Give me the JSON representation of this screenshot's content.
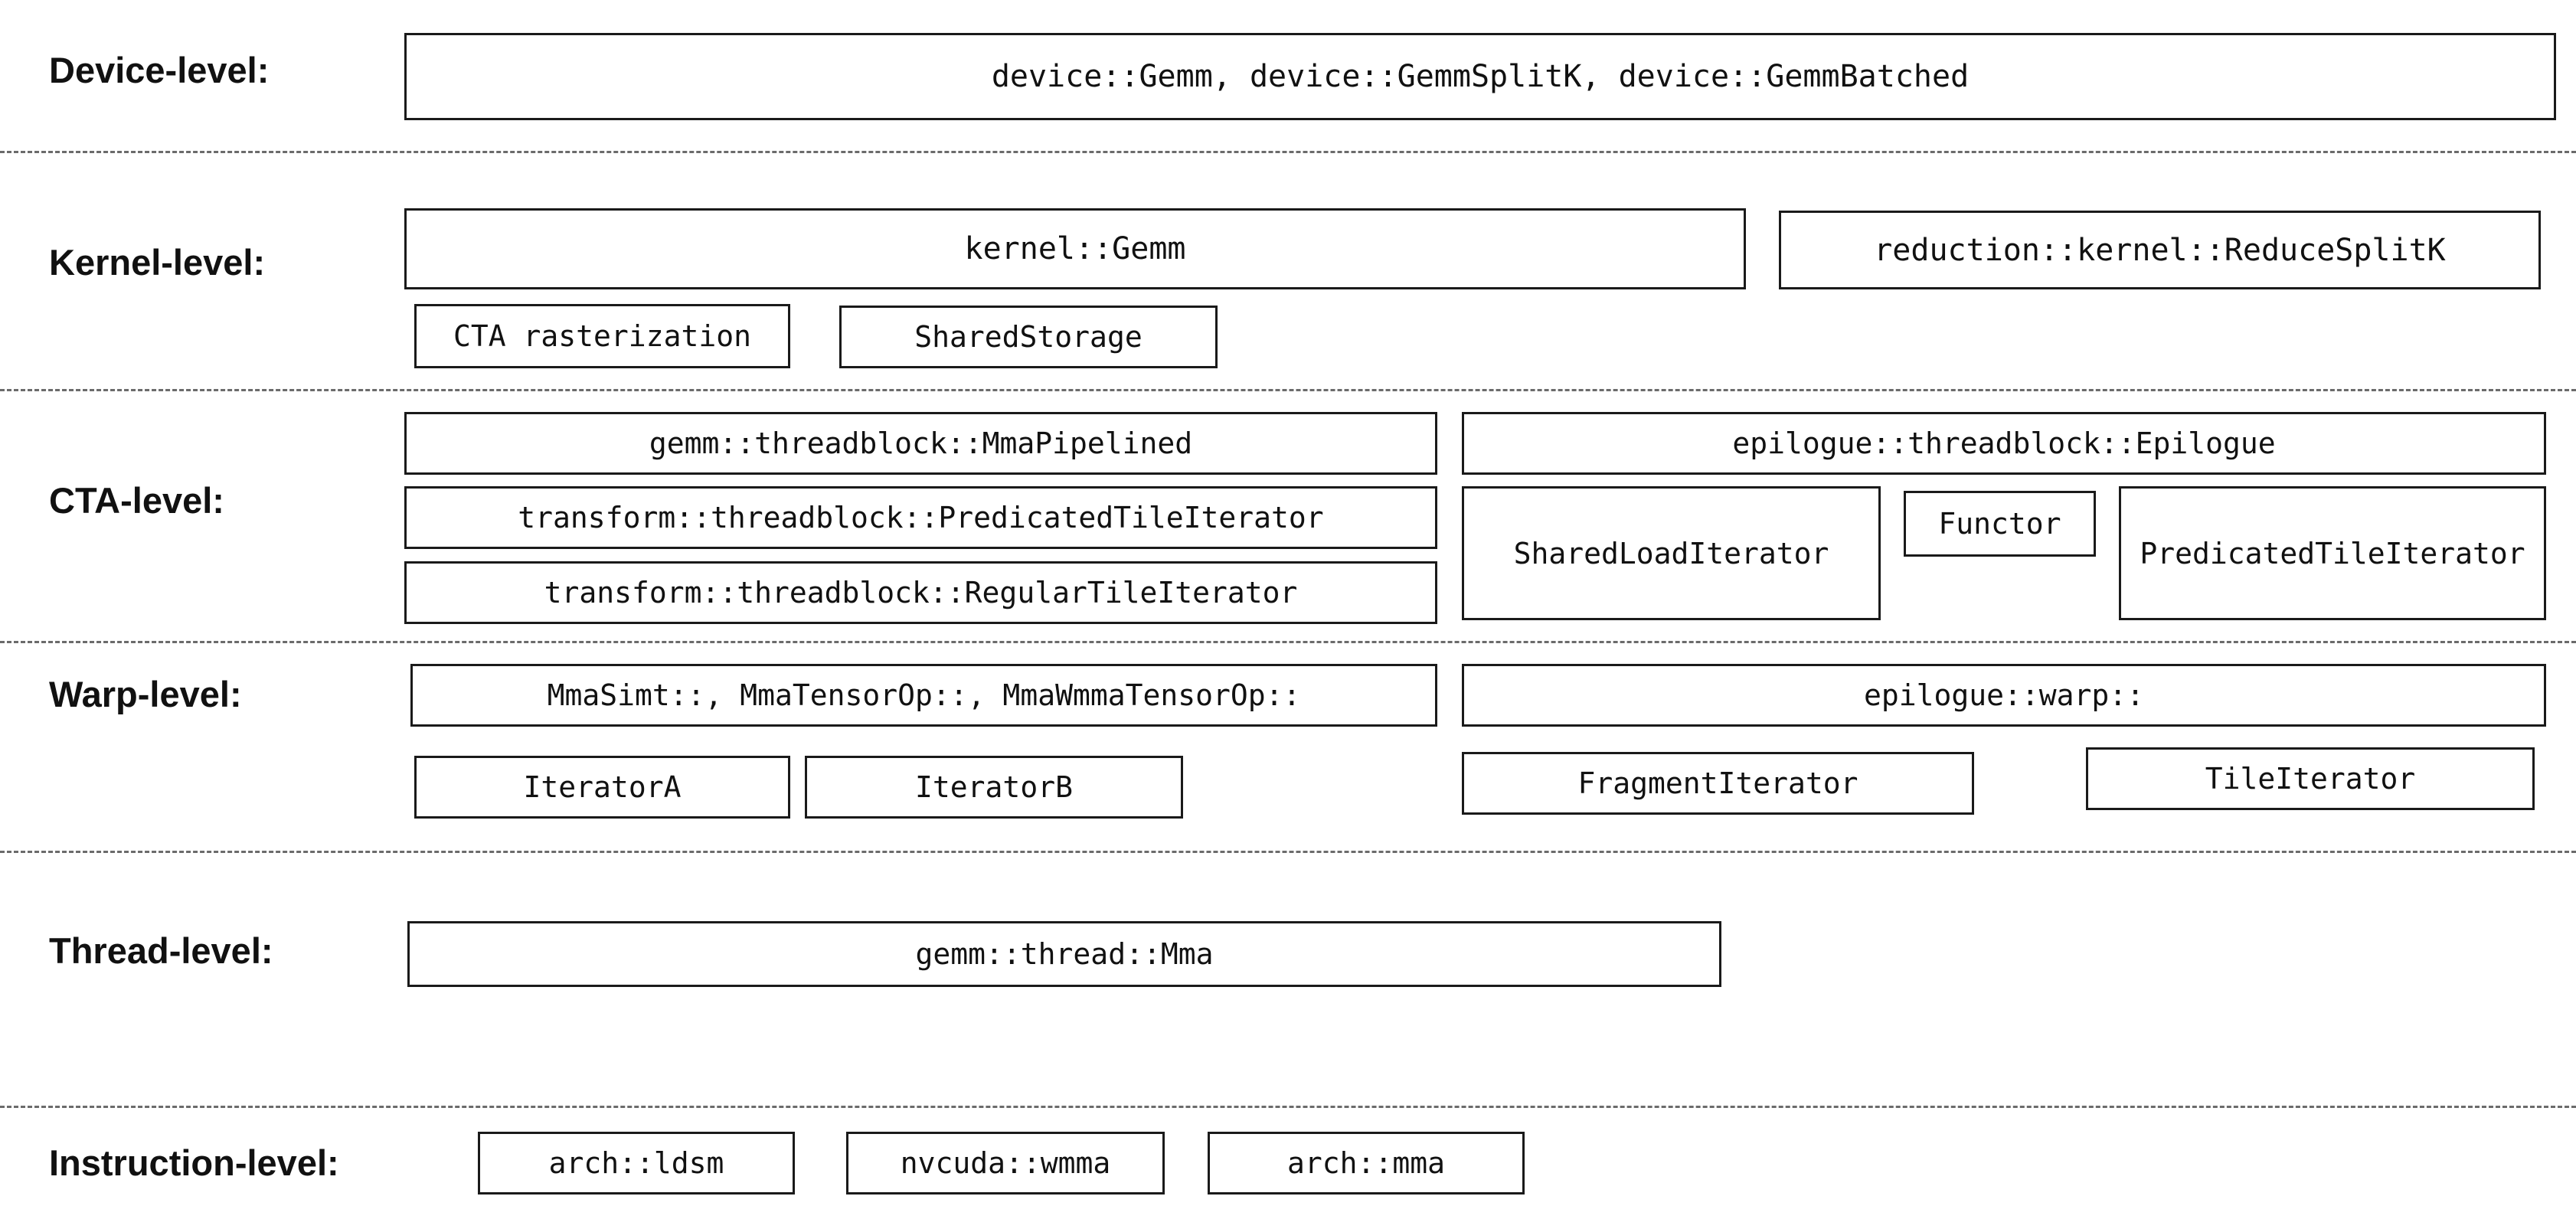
{
  "levels": {
    "device": {
      "label": "Device-level:",
      "main_box": "device::Gemm, device::GemmSplitK, device::GemmBatched"
    },
    "kernel": {
      "label": "Kernel-level:",
      "gemm_box": "kernel::Gemm",
      "reduce_box": "reduction::kernel::ReduceSplitK",
      "cta_rasterization_box": "CTA rasterization",
      "shared_storage_box": "SharedStorage"
    },
    "cta": {
      "label": "CTA-level:",
      "mma_pipelined_box": "gemm::threadblock::MmaPipelined",
      "predicated_tile_iterator_box": "transform::threadblock::PredicatedTileIterator",
      "regular_tile_iterator_box": "transform::threadblock::RegularTileIterator",
      "epilogue_box": "epilogue::threadblock::Epilogue",
      "shared_load_iterator_box": "SharedLoadIterator",
      "functor_box": "Functor",
      "epilogue_predicated_tile_iterator_box": "PredicatedTileIterator"
    },
    "warp": {
      "label": "Warp-level:",
      "mma_box": "MmaSimt::, MmaTensorOp::, MmaWmmaTensorOp::",
      "epilogue_box": "epilogue::warp::",
      "iterator_a_box": "IteratorA",
      "iterator_b_box": "IteratorB",
      "fragment_iterator_box": "FragmentIterator",
      "tile_iterator_box": "TileIterator"
    },
    "thread": {
      "label": "Thread-level:",
      "mma_box": "gemm::thread::Mma"
    },
    "instruction": {
      "label": "Instruction-level:",
      "ldsm_box": "arch::ldsm",
      "wmma_box": "nvcuda::wmma",
      "mma_box": "arch::mma"
    }
  }
}
